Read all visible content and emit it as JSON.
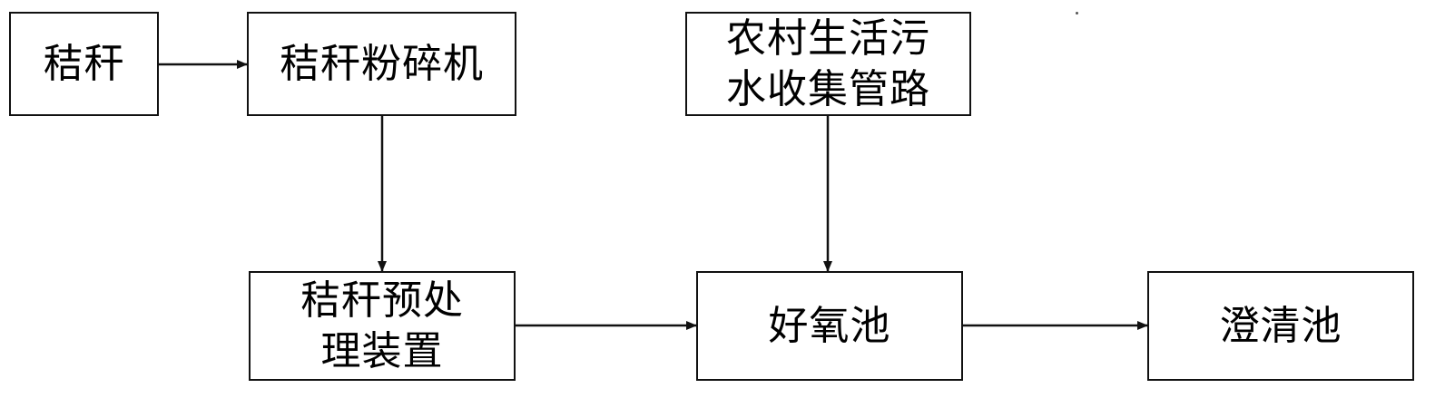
{
  "diagram": {
    "nodes": {
      "straw": {
        "label": "秸秆"
      },
      "shredder": {
        "label": "秸秆粉碎机"
      },
      "sewage_pipe": {
        "label": "农村生活污\n水收集管路"
      },
      "pretreatment": {
        "label": "秸秆预处\n理装置"
      },
      "aerobic_tank": {
        "label": "好氧池"
      },
      "clarifier": {
        "label": "澄清池"
      }
    },
    "edges": [
      {
        "from": "straw",
        "to": "shredder"
      },
      {
        "from": "shredder",
        "to": "pretreatment"
      },
      {
        "from": "sewage_pipe",
        "to": "aerobic_tank"
      },
      {
        "from": "pretreatment",
        "to": "aerobic_tank"
      },
      {
        "from": "aerobic_tank",
        "to": "clarifier"
      }
    ],
    "colors": {
      "stroke": "#111111",
      "fill": "#ffffff",
      "text": "#000000"
    }
  }
}
